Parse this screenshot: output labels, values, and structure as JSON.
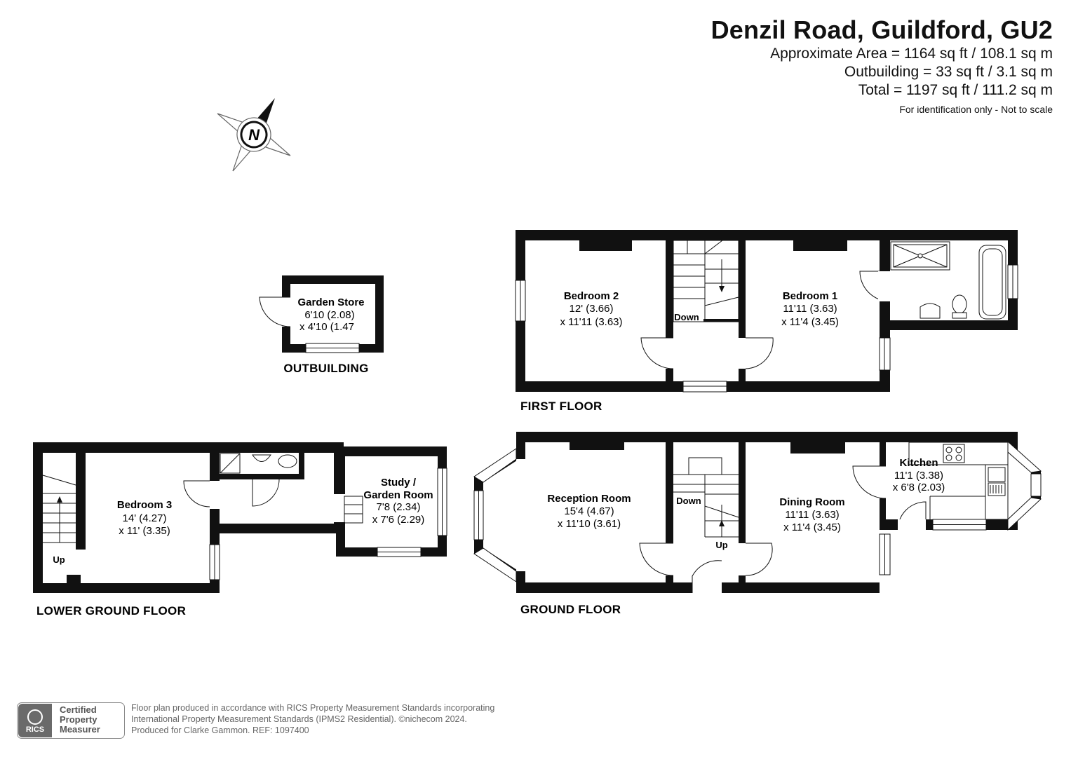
{
  "header": {
    "title": "Denzil Road, Guildford, GU2",
    "approx_area": "Approximate Area = 1164 sq ft / 108.1 sq m",
    "outbuilding_area": "Outbuilding = 33 sq ft / 3.1 sq m",
    "total_area": "Total = 1197 sq ft / 111.2 sq m",
    "note": "For identification only - Not to scale"
  },
  "compass": {
    "letter": "N",
    "icon": "compass-rose-icon"
  },
  "floors": {
    "outbuilding": "OUTBUILDING",
    "first": "FIRST FLOOR",
    "lower_ground": "LOWER GROUND FLOOR",
    "ground": "GROUND FLOOR"
  },
  "rooms": {
    "garden_store": {
      "name": "Garden Store",
      "dim1": "6'10 (2.08)",
      "dim2": "x 4'10 (1.47"
    },
    "bedroom2": {
      "name": "Bedroom 2",
      "dim1": "12' (3.66)",
      "dim2": "x 11'11 (3.63)"
    },
    "bedroom1": {
      "name": "Bedroom 1",
      "dim1": "11'11 (3.63)",
      "dim2": "x 11'4 (3.45)"
    },
    "bedroom3": {
      "name": "Bedroom 3",
      "dim1": "14' (4.27)",
      "dim2": "x 11' (3.35)"
    },
    "study": {
      "name1": "Study /",
      "name2": "Garden Room",
      "dim1": "7'8 (2.34)",
      "dim2": "x 7'6 (2.29)"
    },
    "reception": {
      "name": "Reception Room",
      "dim1": "15'4 (4.67)",
      "dim2": "x 11'10 (3.61)"
    },
    "dining": {
      "name": "Dining Room",
      "dim1": "11'11 (3.63)",
      "dim2": "x 11'4 (3.45)"
    },
    "kitchen": {
      "name": "Kitchen",
      "dim1": "11'1 (3.38)",
      "dim2": "x 6'8 (2.03)"
    }
  },
  "stairs": {
    "first_down": "Down",
    "ground_down": "Down",
    "ground_up": "Up",
    "lower_up": "Up"
  },
  "footer": {
    "rics_logo": "RICS",
    "badge_line1": "Certified",
    "badge_line2": "Property",
    "badge_line3": "Measurer",
    "line1": "Floor plan produced in accordance with RICS Property Measurement Standards incorporating",
    "line2": "International Property Measurement Standards (IPMS2 Residential).   ©nichecom 2024.",
    "line3": "Produced for Clarke Gammon.   REF: 1097400"
  }
}
